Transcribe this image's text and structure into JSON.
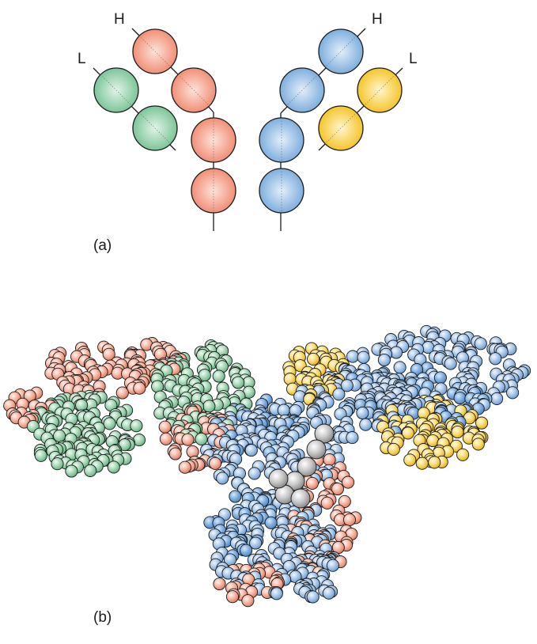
{
  "panel_a": {
    "label": "(a)",
    "heavy_chain_label_left": "H",
    "light_chain_label_left": "L",
    "heavy_chain_label_right": "H",
    "light_chain_label_right": "L"
  },
  "panel_b": {
    "label": "(b)"
  },
  "colors": {
    "heavy_chain_1": "#f4a58f",
    "light_chain_1": "#8ecfa6",
    "heavy_chain_2": "#8fb9e3",
    "light_chain_2": "#f7cd3d",
    "carbohydrate": "#a9a9a9",
    "outline": "#1a1a1a"
  }
}
